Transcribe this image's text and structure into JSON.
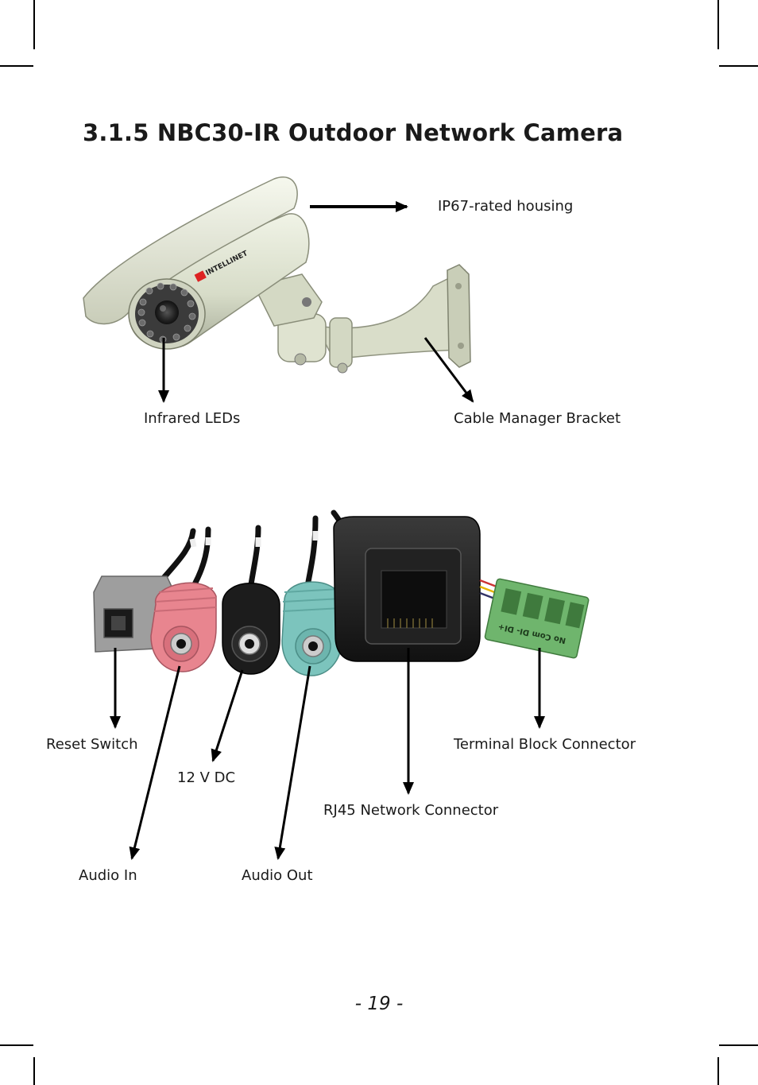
{
  "page": {
    "title": "3.1.5 NBC30-IR Outdoor Network Camera",
    "page_number": "- 19 -"
  },
  "camera_figure": {
    "brand": "INTELLINET",
    "labels": {
      "housing": "IP67-rated housing",
      "leds": "Infrared LEDs",
      "bracket": "Cable Manager Bracket"
    }
  },
  "connectors_figure": {
    "terminal_text": "No Com DI- DI+",
    "labels": {
      "reset": "Reset Switch",
      "terminal": "Terminal Block Connector",
      "power": "12 V DC",
      "rj45": "RJ45 Network Connector",
      "audio_in": "Audio In",
      "audio_out": "Audio Out"
    }
  },
  "colors": {
    "housing": "#dde3cf",
    "audio_in": "#e8858f",
    "audio_out": "#7cc4bd",
    "terminal": "#6fb56d"
  }
}
